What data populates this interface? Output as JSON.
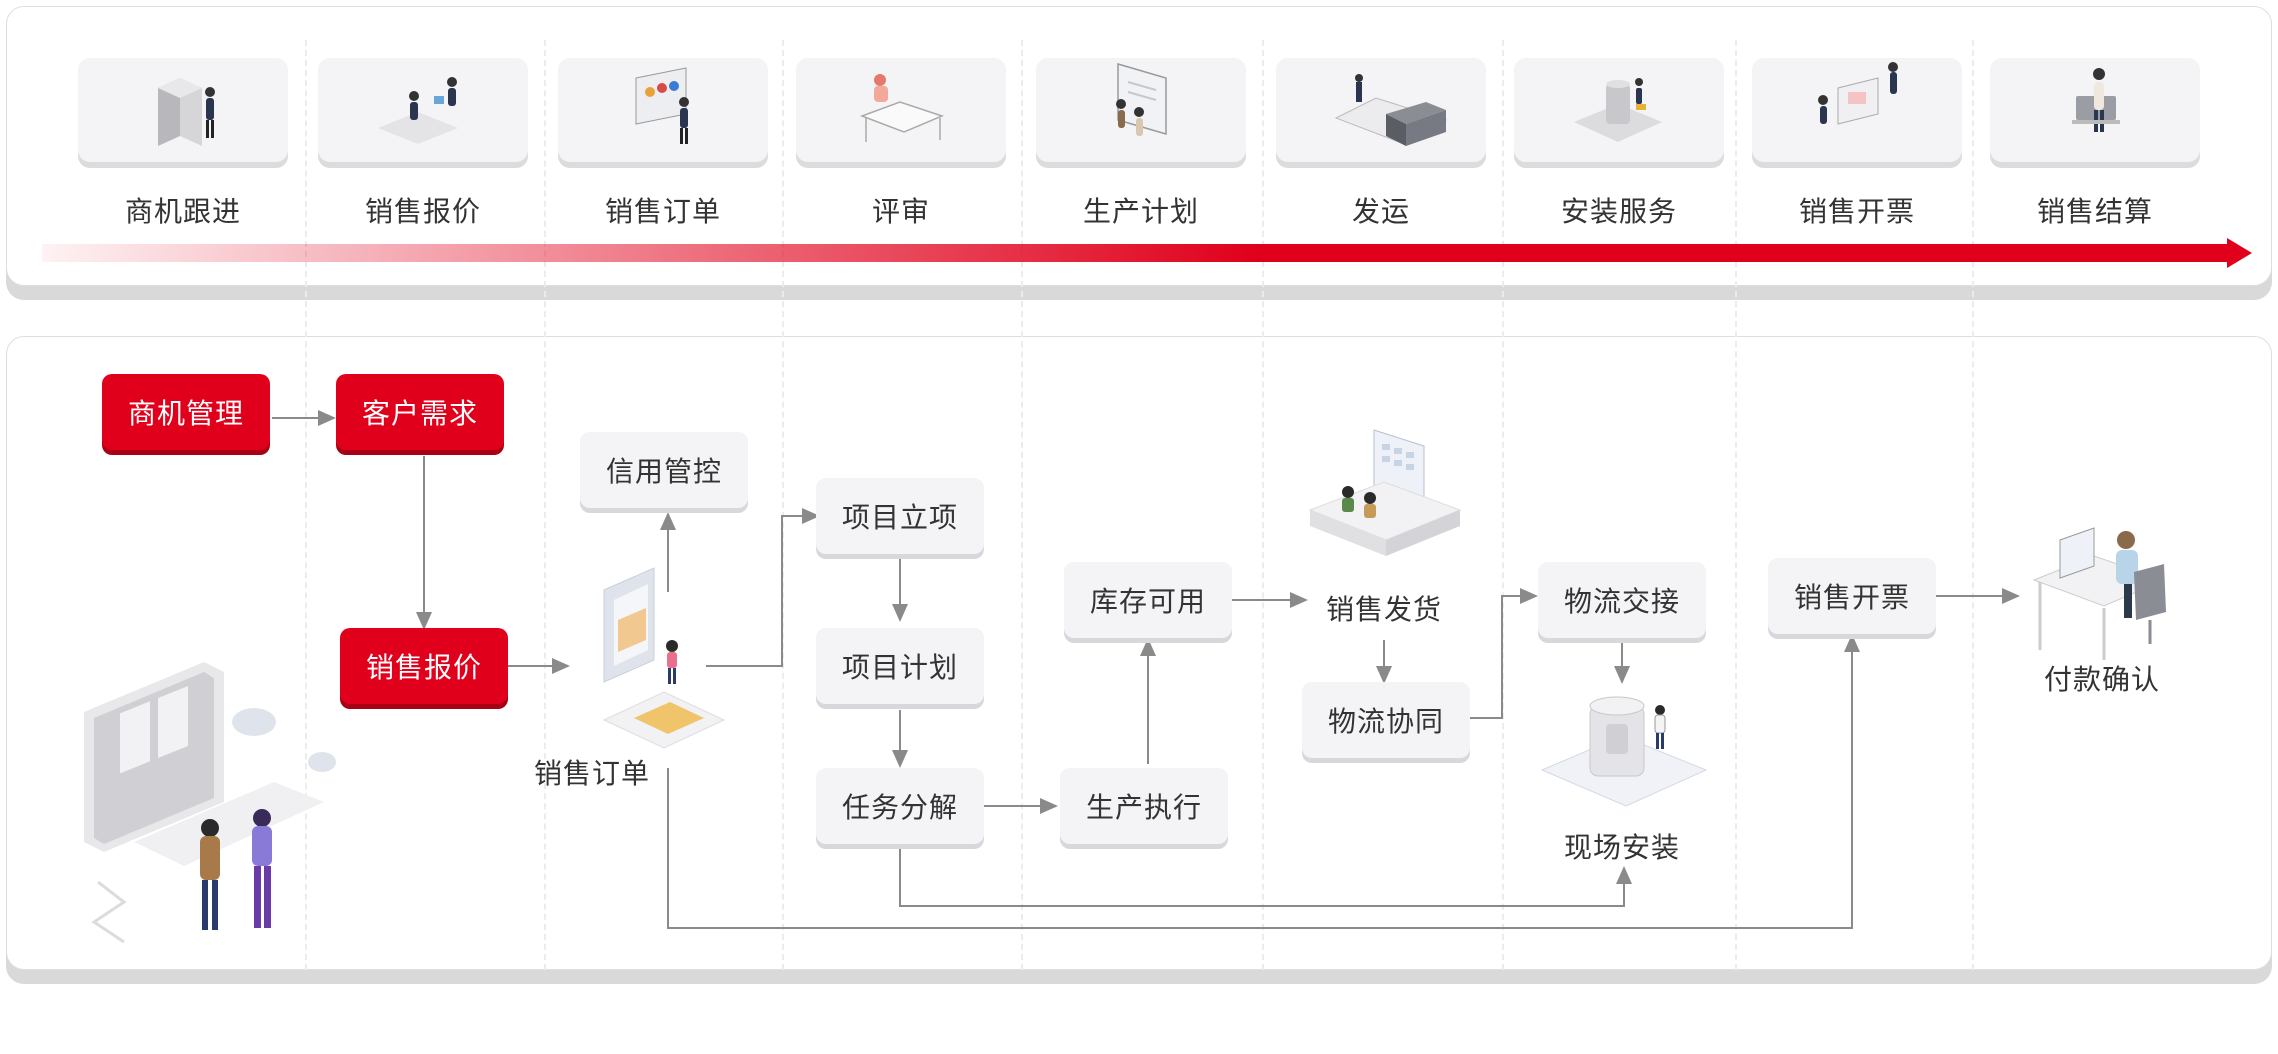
{
  "stages": [
    {
      "label": "商机跟进",
      "icon": "server-person-icon"
    },
    {
      "label": "销售报价",
      "icon": "meeting-people-icon"
    },
    {
      "label": "销售订单",
      "icon": "presentation-board-icon"
    },
    {
      "label": "评审",
      "icon": "review-desk-icon"
    },
    {
      "label": "生产计划",
      "icon": "whiteboard-planning-icon"
    },
    {
      "label": "发运",
      "icon": "delivery-truck-icon"
    },
    {
      "label": "安装服务",
      "icon": "installation-machine-icon"
    },
    {
      "label": "销售开票",
      "icon": "invoice-screen-icon"
    },
    {
      "label": "销售结算",
      "icon": "settlement-person-icon"
    }
  ],
  "flow": {
    "opportunity_mgmt": "商机管理",
    "customer_demand": "客户需求",
    "sales_quote": "销售报价",
    "credit_control": "信用管控",
    "sales_order": "销售订单",
    "project_setup": "项目立项",
    "project_plan": "项目计划",
    "task_breakdown": "任务分解",
    "inventory_available": "库存可用",
    "production_execution": "生产执行",
    "sales_shipment": "销售发货",
    "logistics_coordination": "物流协同",
    "logistics_handover": "物流交接",
    "site_installation": "现场安装",
    "sales_invoice": "销售开票",
    "payment_confirmation": "付款确认"
  },
  "colors": {
    "accent_red": "#e0001b",
    "box_gray": "#f4f4f6",
    "connector": "#8a8a8a"
  }
}
